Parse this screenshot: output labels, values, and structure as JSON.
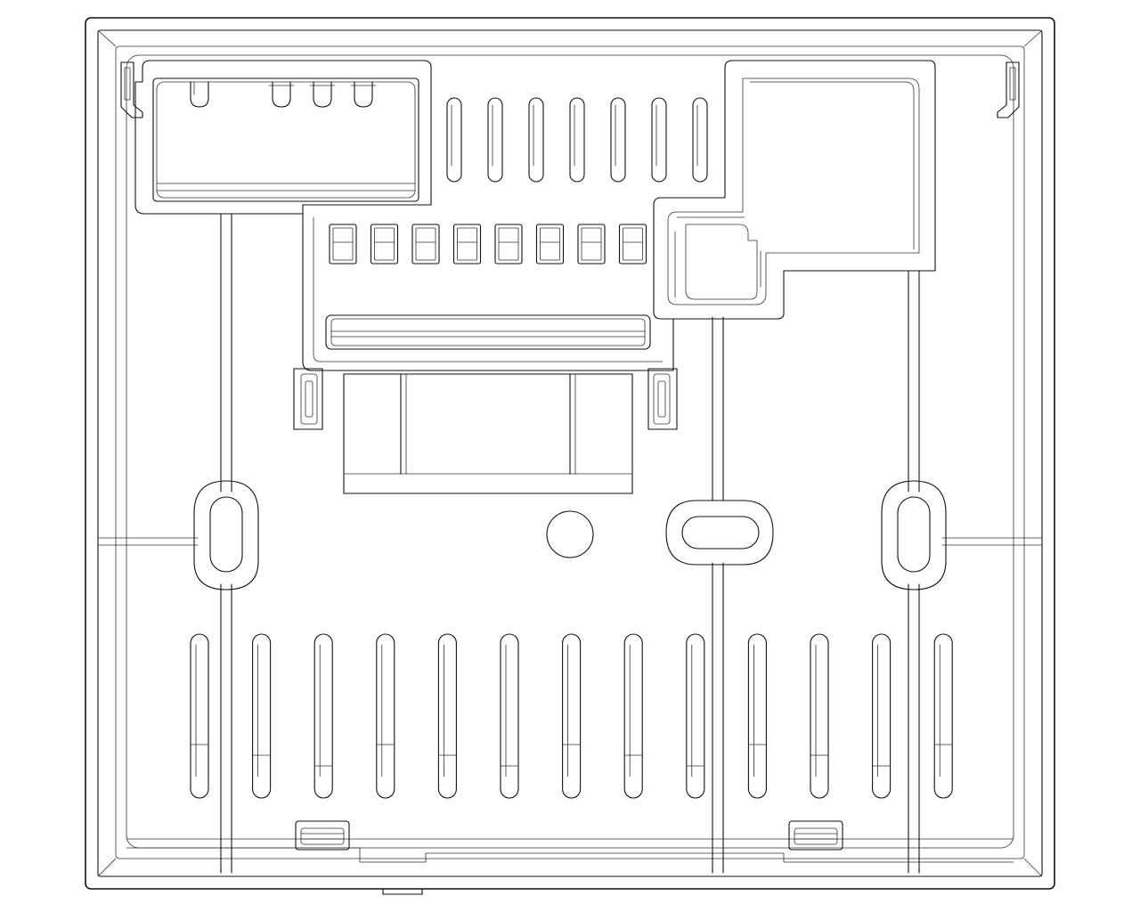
{
  "drawing": {
    "subject": "",
    "line_color": "#111111",
    "background": "#ffffff",
    "top_slots_count": 7,
    "small_windows_count": 8,
    "bottom_slots_count": 13,
    "mount_slots_count": 3,
    "clips_count": 2
  }
}
